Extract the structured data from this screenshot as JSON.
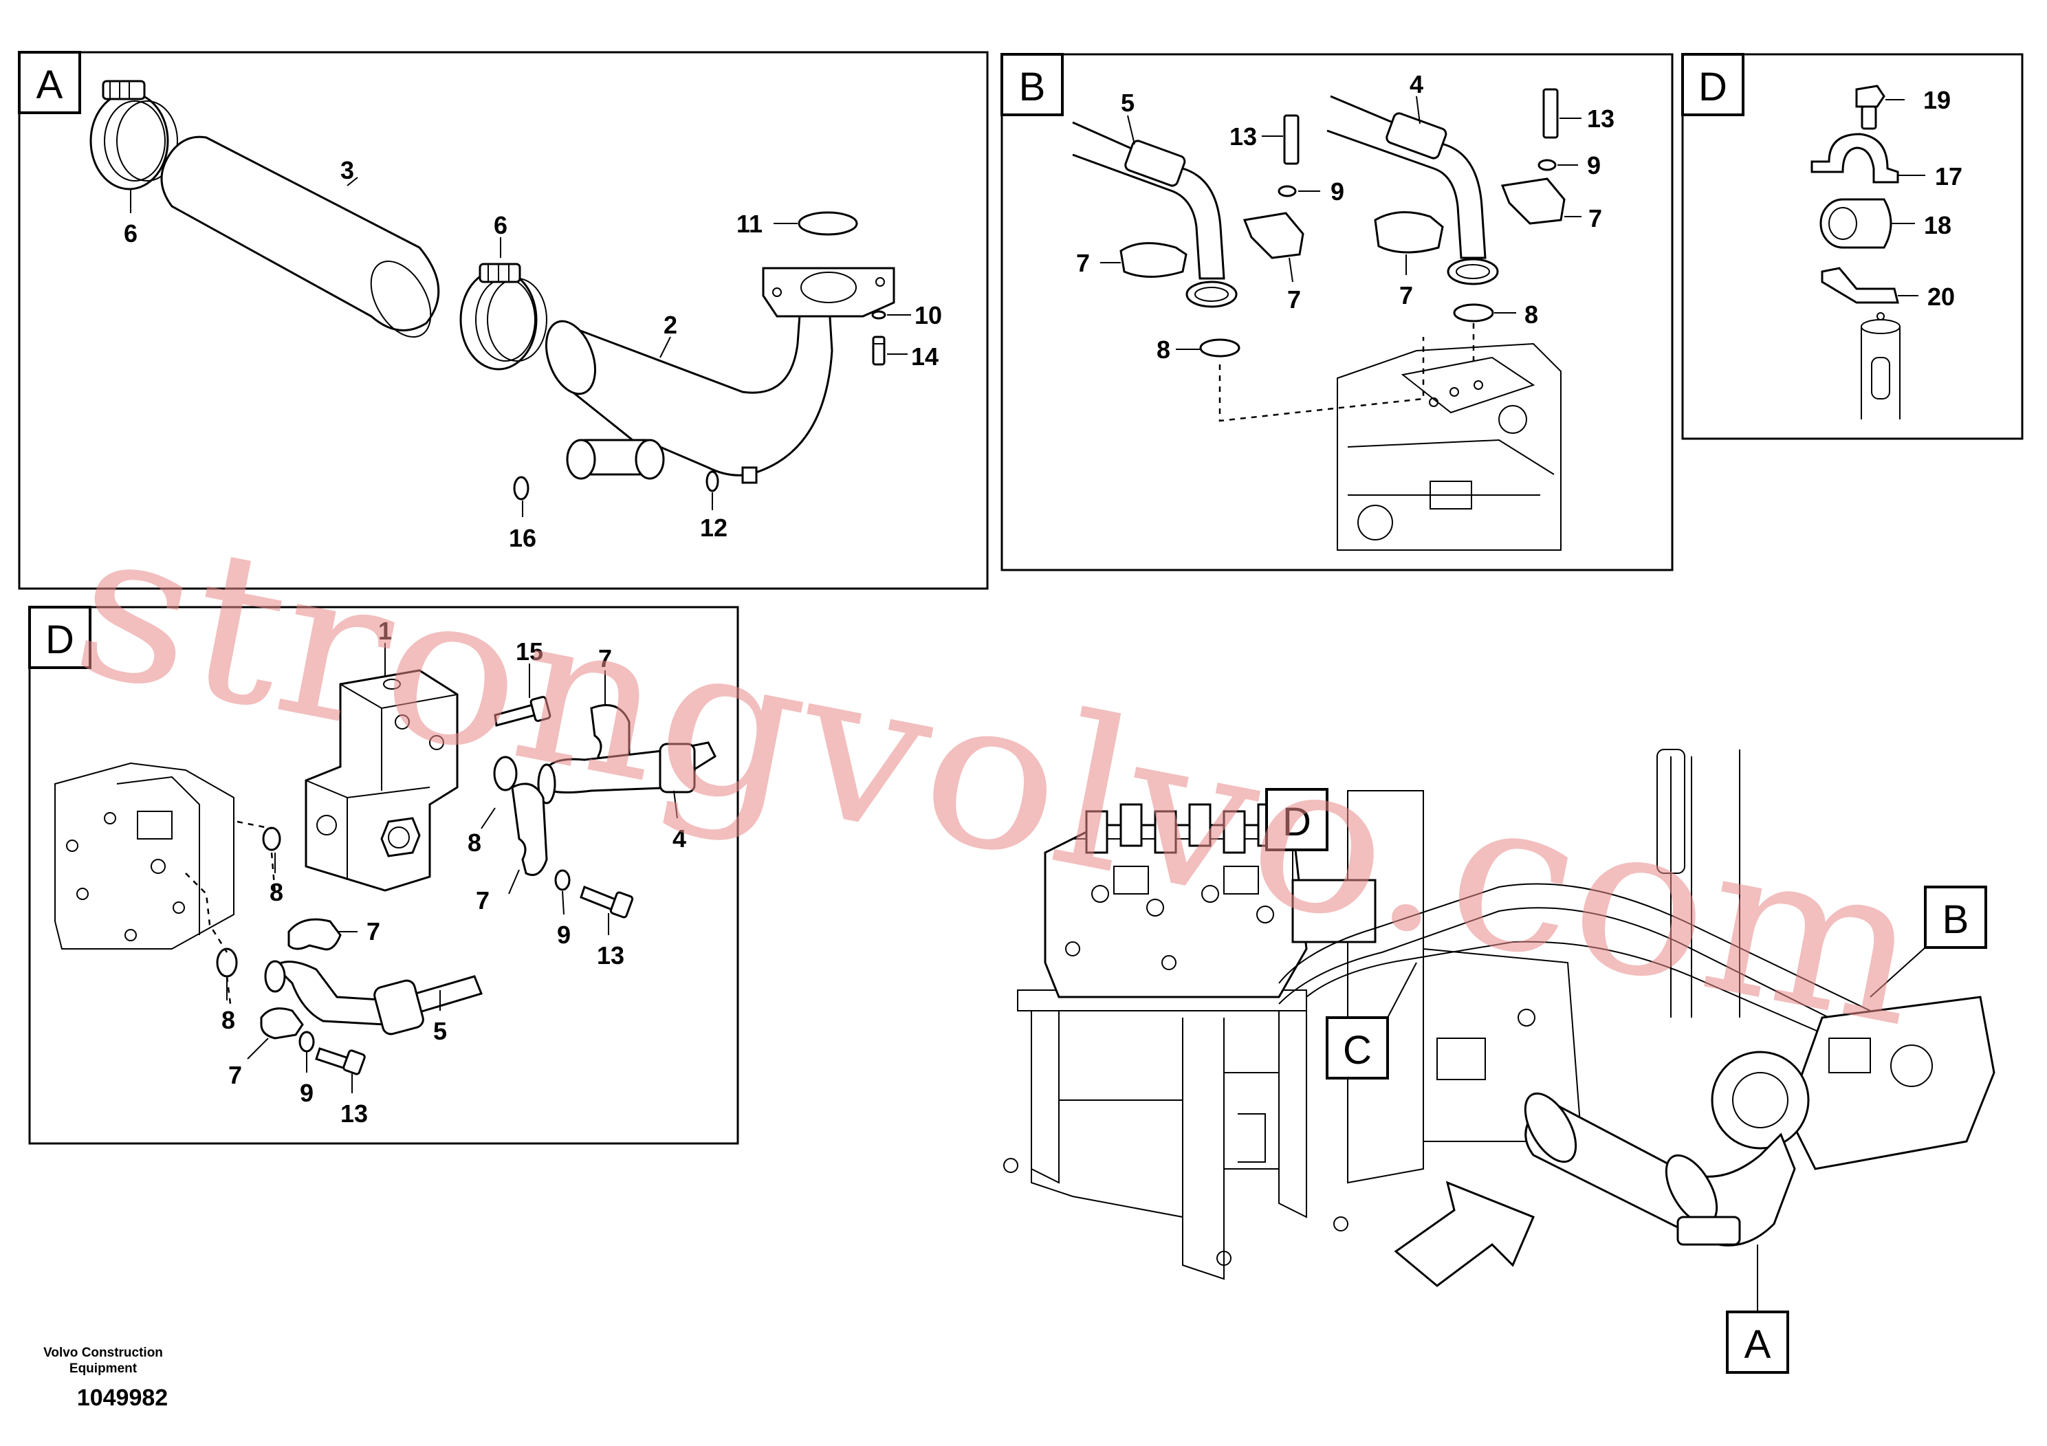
{
  "panels": {
    "a": {
      "letter": "A",
      "callouts": [
        "3",
        "6",
        "6",
        "2",
        "11",
        "10",
        "14",
        "16",
        "12"
      ]
    },
    "b": {
      "letter": "B",
      "callouts": [
        "5",
        "4",
        "13",
        "13",
        "9",
        "9",
        "7",
        "7",
        "7",
        "7",
        "8",
        "8"
      ]
    },
    "d_top": {
      "letter": "D",
      "callouts": [
        "19",
        "17",
        "18",
        "20"
      ]
    },
    "d_main": {
      "letter": "D",
      "callouts": [
        "1",
        "15",
        "7",
        "8",
        "4",
        "8",
        "7",
        "9",
        "13",
        "7",
        "8",
        "5",
        "7",
        "9",
        "13"
      ]
    }
  },
  "overview": {
    "markers": [
      "D",
      "C",
      "B",
      "A"
    ]
  },
  "footer": {
    "brand": "Volvo Construction",
    "brand_line2": "Equipment",
    "drawing_number": "1049982"
  },
  "watermark": "strongvolvo.com"
}
